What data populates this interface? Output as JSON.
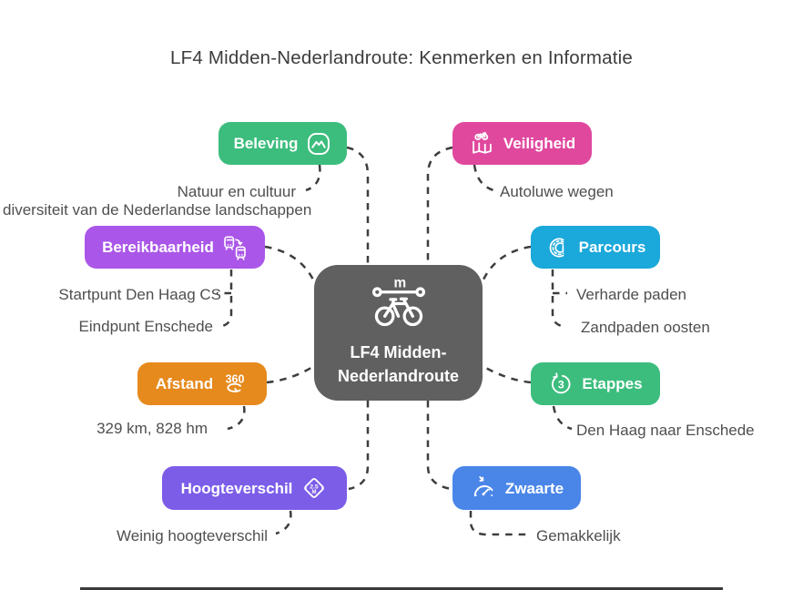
{
  "title": "LF4 Midden-Nederlandroute: Kenmerken en Informatie",
  "center": {
    "line1": "LF4 Midden-",
    "line2": "Nederlandroute",
    "icon": "bicycle-route-icon",
    "color": "#606060"
  },
  "nodes": [
    {
      "id": "beleving",
      "label": "Beleving",
      "icon": "mountain-icon",
      "color": "#3cbd7d",
      "leaves": [
        "Natuur en cultuur",
        "diversiteit van de Nederlandse landschappen"
      ]
    },
    {
      "id": "veiligheid",
      "label": "Veiligheid",
      "icon": "bike-map-icon",
      "color": "#e0489e",
      "leaves": [
        "Autoluwe wegen"
      ]
    },
    {
      "id": "bereikbaarheid",
      "label": "Bereikbaarheid",
      "icon": "train-transfer-icon",
      "color": "#aa56e8",
      "leaves": [
        "Startpunt Den Haag CS",
        "Eindpunt Enschede"
      ]
    },
    {
      "id": "parcours",
      "label": "Parcours",
      "icon": "route-track-icon",
      "color": "#1ba8da",
      "leaves": [
        "Verharde paden",
        "Zandpaden oosten"
      ]
    },
    {
      "id": "afstand",
      "label": "Afstand",
      "icon": "rotate-360-icon",
      "color": "#e68a1d",
      "leaves": [
        "329 km, 828 hm"
      ]
    },
    {
      "id": "etappes",
      "label": "Etappes",
      "icon": "stage-count-icon",
      "color": "#3cbd7d",
      "leaves": [
        "Den Haag naar Enschede"
      ]
    },
    {
      "id": "hoogteverschil",
      "label": "Hoogteverschil",
      "icon": "height-sign-icon",
      "color": "#7c5de8",
      "leaves": [
        "Weinig hoogteverschil"
      ]
    },
    {
      "id": "zwaarte",
      "label": "Zwaarte",
      "icon": "gauge-icon",
      "color": "#4a86e8",
      "leaves": [
        "Gemakkelijk"
      ]
    }
  ],
  "colors": {
    "connector": "#3d3d3d",
    "leaf_text": "#4f4f4f",
    "title_text": "#3c3c3c",
    "background": "#ffffff"
  }
}
